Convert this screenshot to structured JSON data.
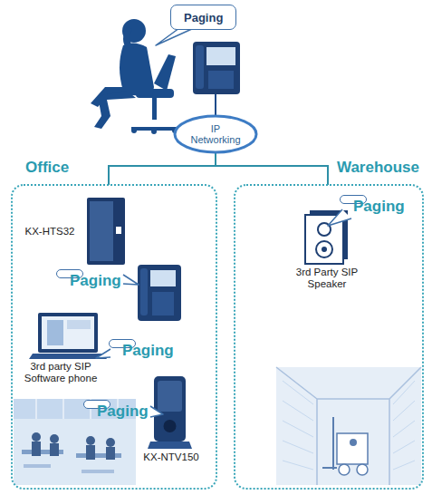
{
  "diagram": {
    "nodes": [
      {
        "text": [
          "Paging"
        ]
      },
      {
        "text": [
          "IP Networking"
        ]
      },
      {
        "text": [
          "Office"
        ]
      },
      {
        "text": [
          "Warehouse"
        ]
      },
      {
        "text": [
          "Paging"
        ],
        "in": 2
      },
      {
        "text": [
          "Paging"
        ],
        "in": 2
      },
      {
        "text": [
          "Paging"
        ],
        "in": 2
      },
      {
        "text": [
          "Paging"
        ],
        "in": 3
      }
    ],
    "edges": [
      {
        "from": 1,
        "to": 2,
        "arrow": "none"
      },
      {
        "from": 1,
        "to": 3,
        "arrow": "none"
      }
    ],
    "labels": [
      "KX-HTS32",
      "3rd party SIP Software phone",
      "KX-NTV150",
      "3rd Party SIP Speaker"
    ]
  }
}
